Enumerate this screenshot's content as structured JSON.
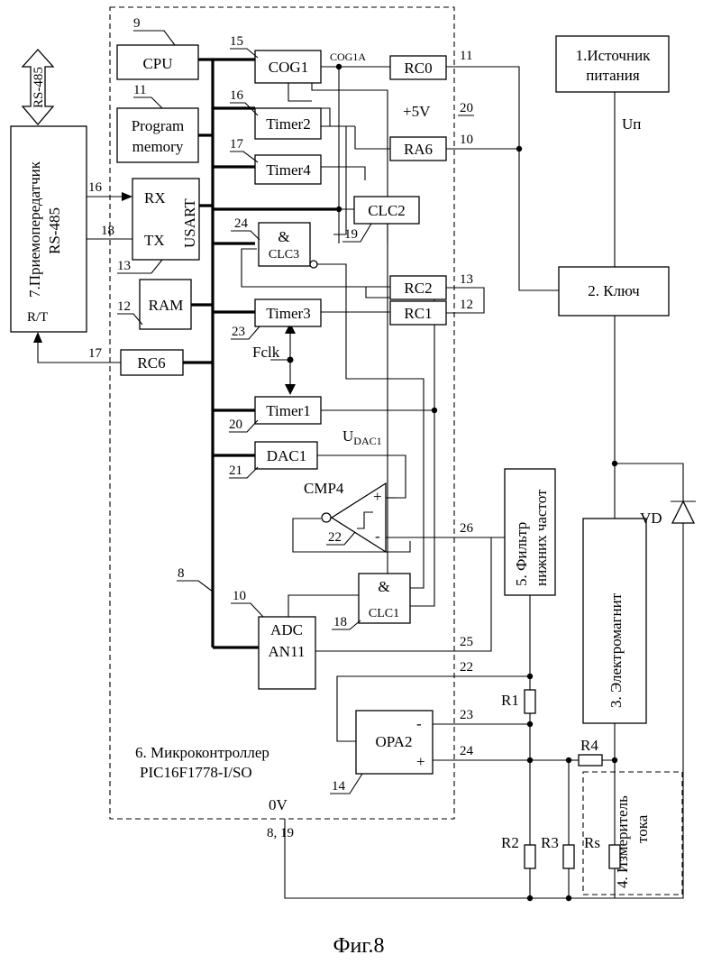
{
  "figure_caption": "Фиг.8",
  "blocks": {
    "power_source": {
      "line1": "1.Источник",
      "line2": "питания",
      "voltage": "Uп"
    },
    "switch": {
      "label": "2. Ключ"
    },
    "electromagnet": {
      "label": "3. Электромагнит"
    },
    "current_meter": {
      "line1": "4. Измеритель",
      "line2": "тока",
      "resistor": "Rs"
    },
    "lowpass_filter": {
      "line1": "5. Фильтр",
      "line2": "нижних частот"
    },
    "microcontroller": {
      "line1": "6. Микроконтроллер",
      "line2": "PIC16F1778-I/SO"
    },
    "transceiver": {
      "line1": "7.Приемопередатчик",
      "line2": "RS-485",
      "rt": "R/T"
    },
    "rs485_bus": "RS-485",
    "diode": "VD"
  },
  "internal": {
    "cpu": "CPU",
    "program_memory": {
      "line1": "Program",
      "line2": "memory"
    },
    "usart": {
      "name": "USART",
      "rx": "RX",
      "tx": "TX"
    },
    "ram": "RAM",
    "rc6": "RC6",
    "cog1": "COG1",
    "cog1a": "COG1A",
    "timer2": "Timer2",
    "timer4": "Timer4",
    "timer3": "Timer3",
    "timer1": "Timer1",
    "clc2": "CLC2",
    "clc3": {
      "and": "&",
      "name": "CLC3"
    },
    "clc1": {
      "and": "&",
      "name": "CLC1"
    },
    "dac1": "DAC1",
    "udac": {
      "main": "U",
      "sub": "DAC1"
    },
    "cmp4": "CMP4",
    "adc": {
      "line1": "ADC",
      "line2": "AN11"
    },
    "opa2": "OPA2",
    "fclk": "Fclk",
    "plus5v": "+5V",
    "zero_v": "0V",
    "plus": "+",
    "minus": "-",
    "rc0": "RC0",
    "ra6": "RA6",
    "rc2": "RC2",
    "rc1": "RC1"
  },
  "resistors": {
    "r1": "R1",
    "r2": "R2",
    "r3": "R3",
    "r4": "R4"
  },
  "refs": {
    "n9": "9",
    "n11": "11",
    "n15": "15",
    "n16": "16",
    "n17": "17",
    "n24": "24",
    "n19": "19",
    "n23": "23",
    "n20": "20",
    "n21": "21",
    "n22": "22",
    "n8": "8",
    "n10": "10",
    "n18": "18",
    "n12": "12",
    "n13": "13",
    "n14": "14"
  },
  "pins": {
    "p11": "11",
    "p20": "20",
    "p10": "10",
    "p13": "13",
    "p12": "12",
    "p26": "26",
    "p25": "25",
    "p22": "22",
    "p23": "23",
    "p24": "24",
    "p16": "16",
    "p18": "18",
    "p17": "17",
    "p8_19": "8, 19"
  }
}
